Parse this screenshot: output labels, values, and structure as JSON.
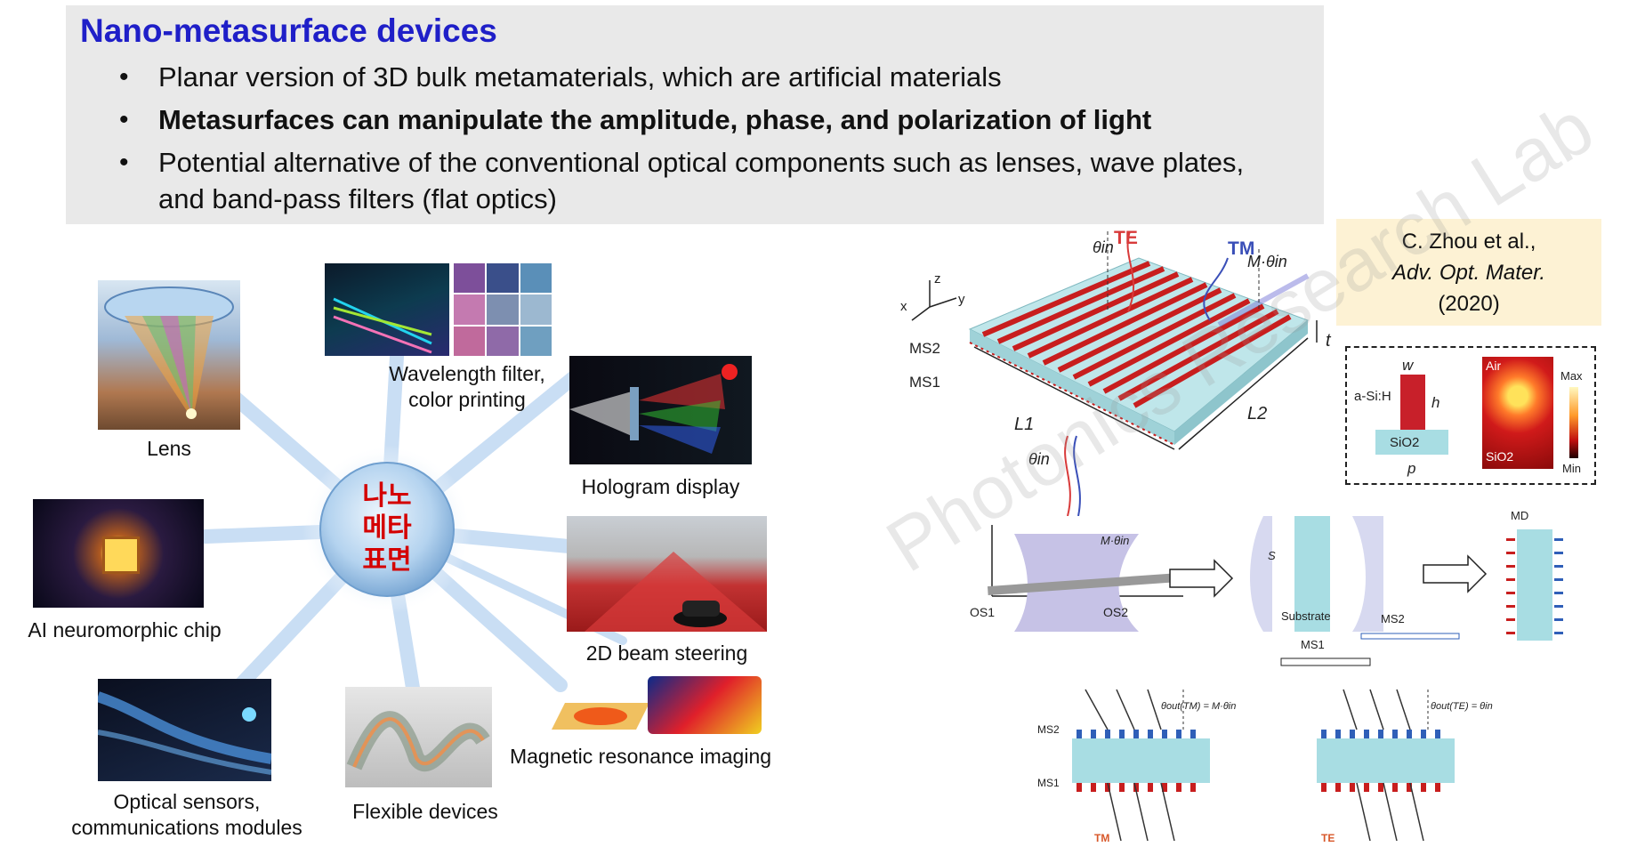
{
  "header": {
    "title": "Nano-metasurface devices",
    "bullets": [
      {
        "text": "Planar version of 3D bulk metamaterials, which are artificial materials",
        "bold": false
      },
      {
        "text": "Metasurfaces can manipulate the amplitude, phase, and polarization of light",
        "bold": true
      },
      {
        "text": "Potential alternative of the conventional optical components such as lenses, wave plates, and band-pass filters (flat optics)",
        "bold": false
      }
    ],
    "bullet_glyph": "•"
  },
  "hub": {
    "line1": "나노",
    "line2": "메타",
    "line3": "표면"
  },
  "applications": {
    "lens": "Lens",
    "wavelength_1": "Wavelength filter,",
    "wavelength_2": "color printing",
    "hologram": "Hologram display",
    "ai_chip": "AI neuromorphic chip",
    "beam": "2D beam steering",
    "mri": "Magnetic resonance imaging",
    "sensors_1": "Optical sensors,",
    "sensors_2": "communications modules",
    "flexible": "Flexible devices"
  },
  "reference": {
    "line1": "C. Zhou et al.,",
    "line2": "Adv. Opt. Mater.",
    "line3": "(2020)"
  },
  "watermark": "Photonics Research Lab",
  "figure": {
    "te": "TE",
    "tm": "TM",
    "theta_in": "θin",
    "m_theta": "M·θin",
    "t": "t",
    "ms2": "MS2",
    "ms1": "MS1",
    "l1": "L1",
    "l2": "L2",
    "axis_x": "x",
    "axis_y": "y",
    "axis_z": "z",
    "w": "w",
    "h": "h",
    "p": "p",
    "asih": "a-Si:H",
    "sio2": "SiO2",
    "air": "Air",
    "max": "Max",
    "min": "Min",
    "os1": "OS1",
    "os2": "OS2",
    "substrate": "Substrate",
    "md": "MD",
    "s": "S",
    "theta_tm": "θout(TM) = M·θin",
    "theta_te": "θout(TE) = θin"
  },
  "colors": {
    "title_blue": "#1f1fc8",
    "hub_red": "#d40000",
    "stripe_red": "#c81e1e",
    "slab_cyan": "#a8dde3",
    "ms2_blue": "#2f5fb8"
  }
}
